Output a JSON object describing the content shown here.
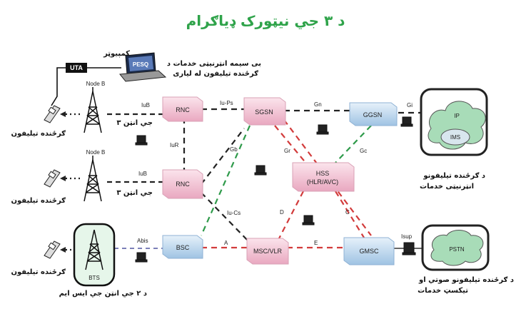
{
  "title": "د ۳ جي نيټورک ډیاګرام",
  "nodes": {
    "rnc1": "RNC",
    "rnc2": "RNC",
    "sgsn": "SGSN",
    "ggsn": "GGSN",
    "hss_line1": "HSS",
    "hss_line2": "(HLR/AVC)",
    "bsc": "BSC",
    "msc": "MSC/VLR",
    "gmsc": "GMSC",
    "bts": "BTS",
    "uta": "UTA",
    "pesq": "PESQ",
    "ip": "IP",
    "ims": "IMS",
    "pstn": "PSTN",
    "nodeb1": "Node B",
    "nodeb2": "Node B"
  },
  "interfaces": {
    "iub1": "IuB",
    "iub2": "IuB",
    "iups": "Iu-Ps",
    "gn": "Gn",
    "gi": "Gi",
    "iur": "IuR",
    "gb": "Gb",
    "gr": "Gr",
    "gc": "Gc",
    "iucs": "Iu-Cs",
    "d": "D",
    "c": "C",
    "abis": "Abis",
    "a": "A",
    "e": "E",
    "isup": "Isup"
  },
  "labels": {
    "computer": "کمپیوټر",
    "wireless_1": "بی سیمه انټرنیټی خدمات د",
    "wireless_2": "ګرځنده تیلیفون له لیاری",
    "phone1": "ګرځنده تیلیفون",
    "phone2": "ګرځنده تیلیفون",
    "phone3": "ګرځنده تیلیفون",
    "antenna1": "۳ جي انټن",
    "antenna2": "۳ جي انټن",
    "gsm_antenna": "د ۲ جي انټن جي ایس ایم",
    "internet_1": "د ګرځنده تیلیفونو",
    "internet_2": "انټرنیټی خدمات",
    "voice_1": "د ګرځنده تیلیفونو صوتي او",
    "voice_2": "تیکسټ خدمات"
  },
  "colors": {
    "title": "#2fa34a",
    "red_link": "#d23b3b",
    "green_link": "#2e9a4a",
    "black_link": "#222222",
    "node_pink": "#f3c6d6",
    "node_blue": "#c8def0",
    "cloud_green": "#a8dcb8"
  }
}
